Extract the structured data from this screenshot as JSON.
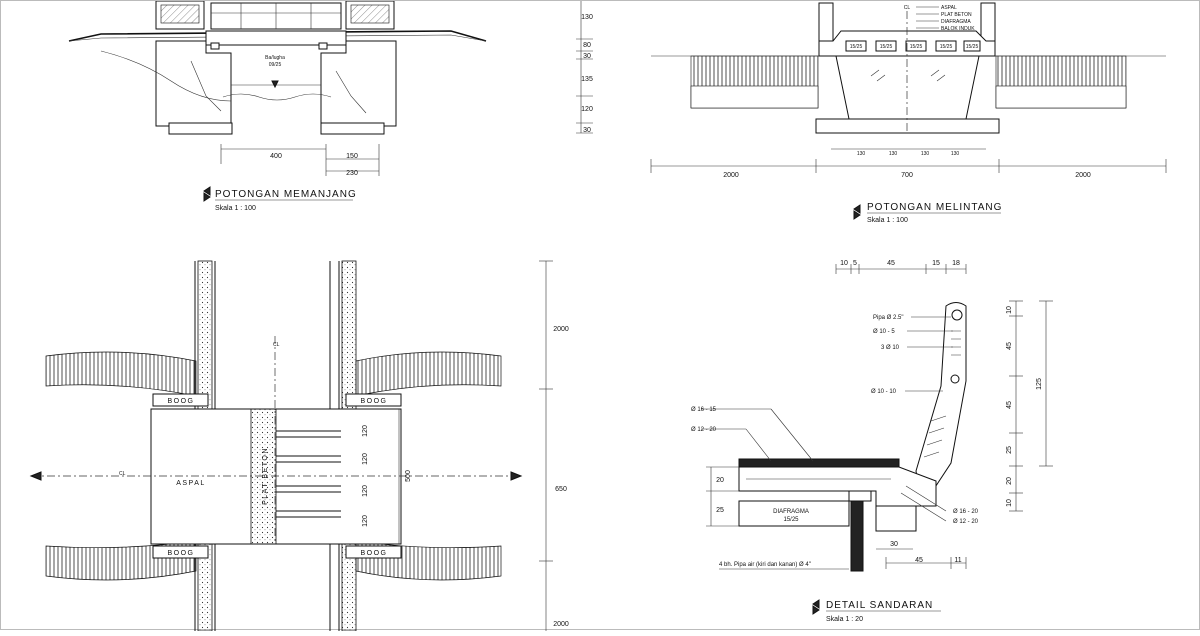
{
  "sections": {
    "memanjang": {
      "title": "POTONGAN MEMANJANG",
      "scale": "Skala 1 : 100",
      "water_label_1": "Ba/lugha",
      "water_label_2": "09/25",
      "dims_bottom": [
        "400",
        "150",
        "230"
      ],
      "dims_right": [
        "130",
        "80",
        "30",
        "135",
        "120",
        "30"
      ]
    },
    "melintang": {
      "title": "POTONGAN MELINTANG",
      "scale": "Skala 1 : 100",
      "cl": "CL",
      "legend": [
        "ASPAL",
        "PLAT BETON",
        "DIAFRAGMA",
        "BALOK INDUK"
      ],
      "beam_labels": [
        "15/25",
        "15/25",
        "15/25",
        "15/25",
        "15/25"
      ],
      "dims_bottom": [
        "2000",
        "700",
        "2000"
      ],
      "dims_sub": [
        "130",
        "130",
        "130",
        "130"
      ]
    },
    "plan": {
      "boog": "BOOG",
      "aspal": "ASPAL",
      "plat_beton": "PLAT BETON",
      "cl": "CL",
      "dims_deck": [
        "120",
        "120",
        "120",
        "120"
      ],
      "dim_width": "500",
      "dims_right": [
        "2000",
        "650",
        "2000"
      ]
    },
    "detail": {
      "title": "DETAIL SANDARAN",
      "scale": "Skala 1 : 20",
      "dims_top": [
        "10",
        "5",
        "45",
        "15",
        "18"
      ],
      "rail_labels": [
        "Pipa Ø 2.5\"",
        "Ø 10 - 5",
        "3 Ø 10",
        "Ø 10 - 10"
      ],
      "left_labels": [
        "Ø 16 - 15",
        "Ø 12 - 20"
      ],
      "right_labels": [
        "Ø 16 - 20",
        "Ø 12 - 20"
      ],
      "diafragma": "DIAFRAGMA",
      "diafragma_size": "15/25",
      "dims_left": [
        "20",
        "25"
      ],
      "dims_bottom": [
        "30",
        "45",
        "11"
      ],
      "dims_right": [
        "10",
        "45",
        "45",
        "25",
        "20",
        "10"
      ],
      "dim_total": "125",
      "pipe_note": "4 bh. Pipa air (kiri dan kanan) Ø 4\""
    }
  }
}
